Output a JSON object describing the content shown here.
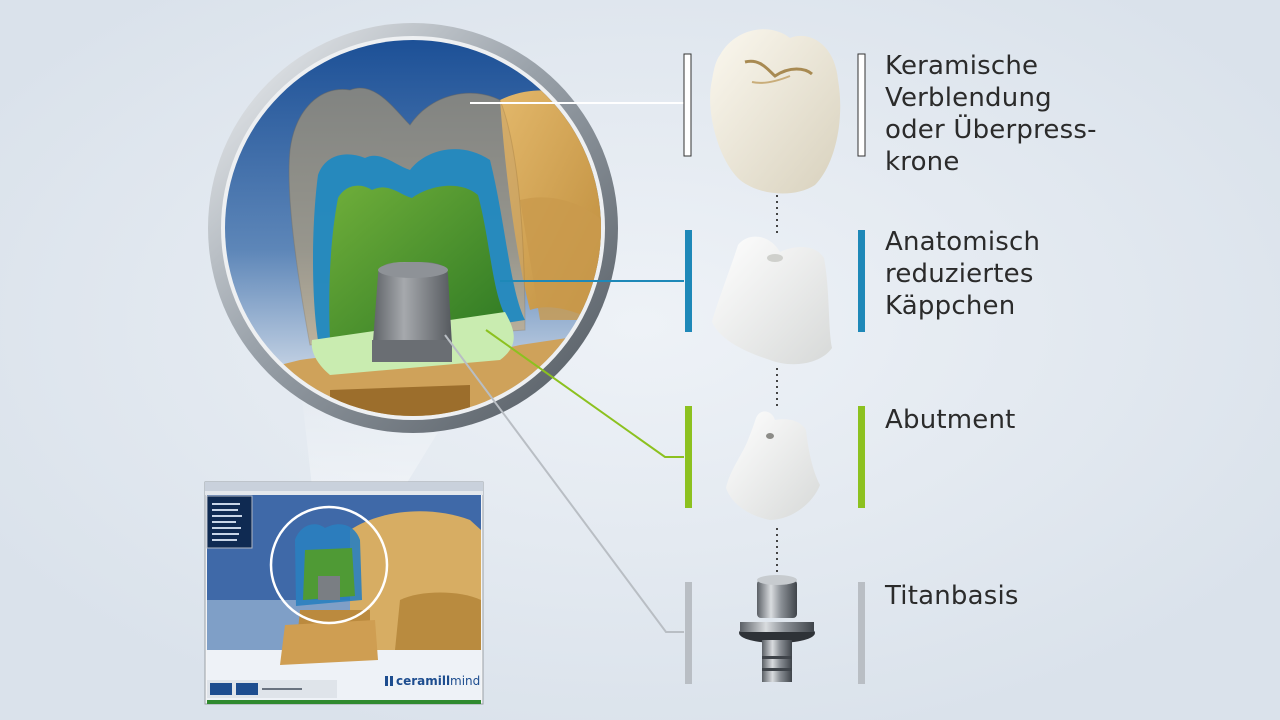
{
  "labels": {
    "veneer": [
      "Keramische",
      "Verblendung",
      "oder Überpress-",
      "krone"
    ],
    "coping": [
      "Anatomisch",
      "reduziertes",
      "Käppchen"
    ],
    "abutment": [
      "Abutment"
    ],
    "base": [
      "Titanbasis"
    ]
  },
  "software": {
    "brand_prefix": "ceramill",
    "brand_suffix": "mind"
  },
  "colors": {
    "background": "#e5ebf2",
    "veneer_bracket": "#ffffff",
    "coping_blue": "#1e88b8",
    "abutment_green": "#8cc11f",
    "base_gray": "#b9bec4",
    "text": "#2b2b2b"
  },
  "icons": {
    "veneer": "ceramic-crown-icon",
    "coping": "zirconia-coping-icon",
    "abutment": "abutment-icon",
    "base": "titanium-base-icon"
  }
}
